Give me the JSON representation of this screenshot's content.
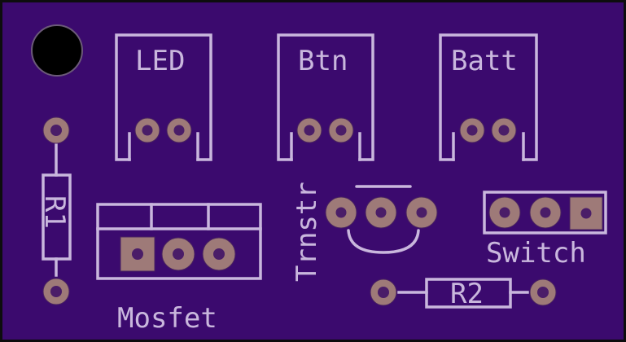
{
  "board": {
    "colors": {
      "substrate": "#3b0a6e",
      "substrate_border": "#0d0d0d",
      "silkscreen": "#c9b7dd",
      "pad_copper": "#9e7a78",
      "drill_hole": "#4a1d68",
      "mounting_hole": "#000000"
    }
  },
  "labels": {
    "led": "LED",
    "btn": "Btn",
    "batt": "Batt",
    "r1": "R1",
    "mosfet": "Mosfet",
    "trnstr": "Trnstr",
    "switch": "Switch",
    "r2": "R2"
  },
  "icons": {
    "mounting_hole": "mounting-hole-icon",
    "round_pad": "round-pad-icon",
    "square_pad": "square-pad-icon"
  }
}
